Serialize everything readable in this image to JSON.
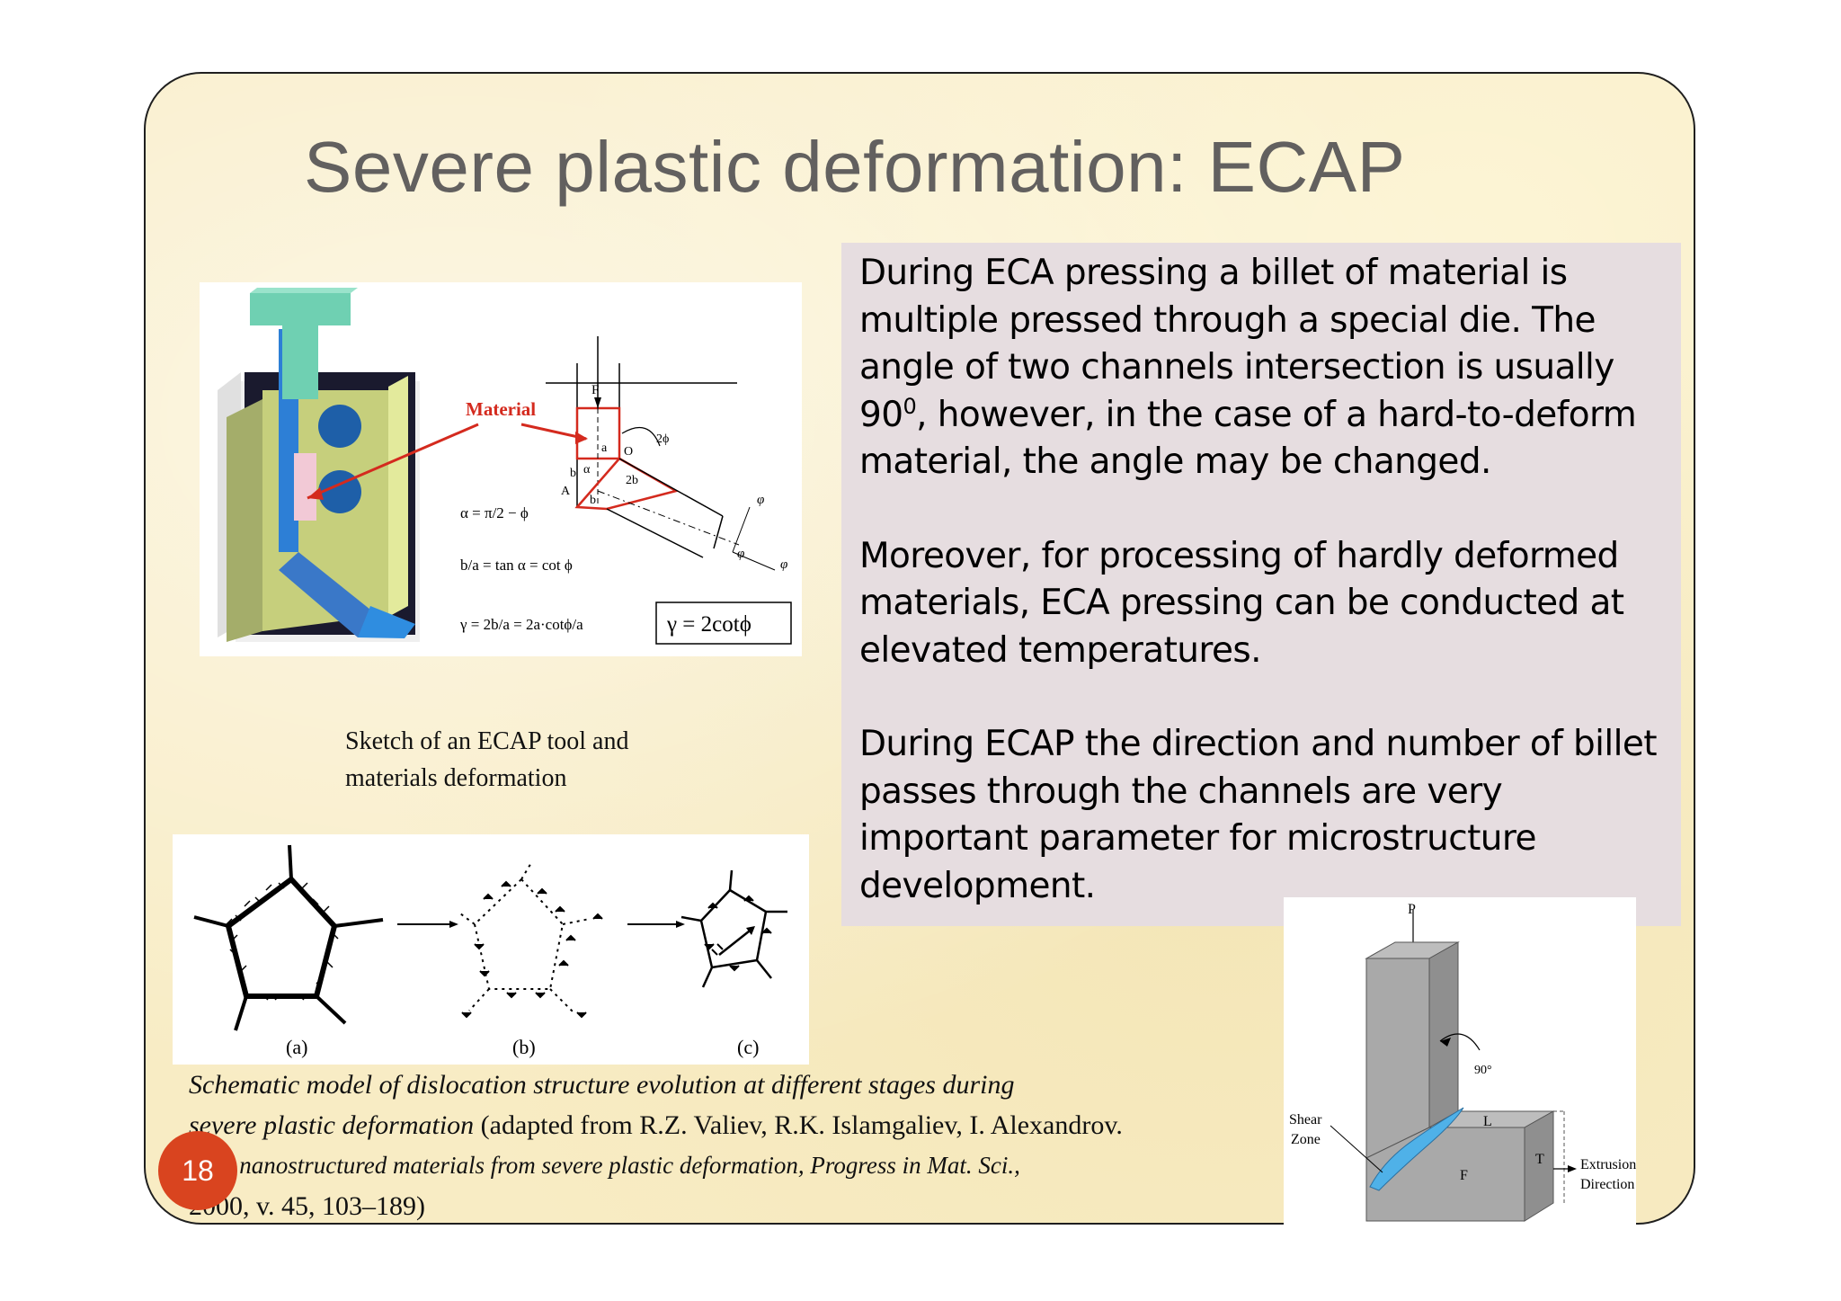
{
  "slide": {
    "title": "Severe plastic deformation: ECAP",
    "page_number": "18"
  },
  "text_box": {
    "para1_main": "During ECA pressing a billet of material is multiple pressed through a special die. The angle of two channels intersection is usually 90",
    "para1_sup": "0",
    "para1_tail": ", however, in the case of a hard-to-deform material, the angle may be changed.",
    "para2": "Moreover, for processing of hardly deformed materials, ECA pressing can be conducted at elevated temperatures.",
    "para3": "During ECAP the direction and number of billet passes through the channels are very important parameter for microstructure development."
  },
  "figure_ecap": {
    "material_label": "Material",
    "caption": "Sketch of an ECAP tool and materials deformation",
    "eq1": "α = π/2 − ϕ",
    "eq2": "b/a = tan α = cot ϕ",
    "eq3": "γ = 2b/a = 2a·cotϕ/a",
    "boxed_eq": "γ = 2cotϕ",
    "labels": {
      "F": "F",
      "a": "a",
      "b": "b",
      "b2": "b",
      "O": "O",
      "A": "A",
      "alpha": "α",
      "two_b": "2b",
      "two_phi": "2ϕ",
      "phi1": "φ",
      "phi2": "φ",
      "phi3": "φ"
    }
  },
  "figure_disloc": {
    "label_a": "(a)",
    "label_b": "(b)",
    "label_c": "(c)"
  },
  "caption_disloc": {
    "line1_italic": "Schematic model of dislocation structure evolution at different stages during",
    "line2_italic": "severe plastic deformation",
    "line2_plain": " (adapted from R.Z. Valiev, R.K. Islamgaliev, I. Alexandrov.",
    "line3_italic": "Bulk nanostructured materials from severe plastic deformation, Progress in Mat. Sci.,",
    "line4_plain": "2000, v. 45, 103–189)"
  },
  "figure_shear": {
    "P": "P",
    "angle": "90°",
    "shear": "Shear",
    "zone": "Zone",
    "L": "L",
    "T": "T",
    "F": "F",
    "extrusion": "Extrusion",
    "direction": "Direction"
  },
  "colors": {
    "slide_bg": "#f8ecc4",
    "text_box_bg": "#e6dde0",
    "title": "#62605f",
    "badge": "#d9441f",
    "material_red": "#d42a1e",
    "shear_blue": "#4fb1e8"
  }
}
